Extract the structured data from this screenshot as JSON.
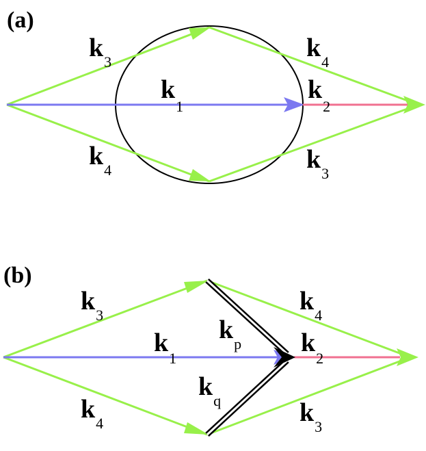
{
  "colors": {
    "green": "#98f04a",
    "blue": "#7b78f0",
    "pink": "#f07090",
    "black": "#000000"
  },
  "panel_a": {
    "label": "(a)",
    "k3_upper": {
      "base": "k",
      "sub": "3"
    },
    "k4_upper": {
      "base": "k",
      "sub": "4"
    },
    "k1": {
      "base": "k",
      "sub": "1"
    },
    "k2": {
      "base": "k",
      "sub": "2"
    },
    "k4_lower": {
      "base": "k",
      "sub": "4"
    },
    "k3_lower": {
      "base": "k",
      "sub": "3"
    }
  },
  "panel_b": {
    "label": "(b)",
    "k3_upper": {
      "base": "k",
      "sub": "3"
    },
    "k4_upper": {
      "base": "k",
      "sub": "4"
    },
    "k1": {
      "base": "k",
      "sub": "1"
    },
    "k2": {
      "base": "k",
      "sub": "2"
    },
    "kp": {
      "base": "k",
      "sub": "p"
    },
    "kq": {
      "base": "k",
      "sub": "q"
    },
    "k4_lower": {
      "base": "k",
      "sub": "4"
    },
    "k3_lower": {
      "base": "k",
      "sub": "3"
    }
  }
}
